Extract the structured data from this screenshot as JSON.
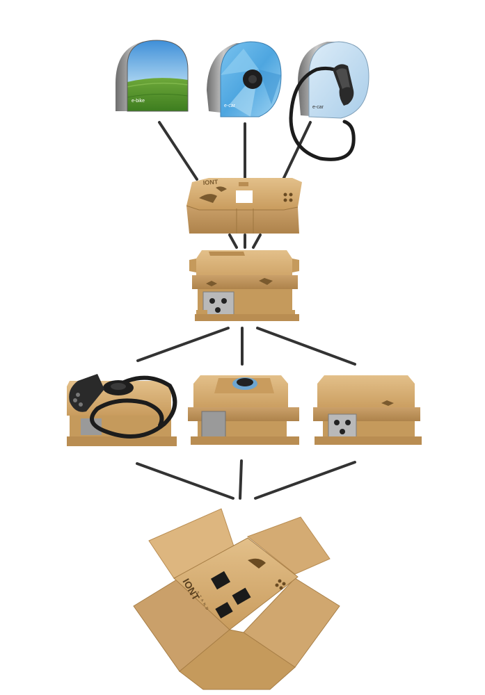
{
  "products": {
    "bike": {
      "label": "e-bike",
      "sky_color": "#6fb4e8",
      "field_color": "#4f9a2a"
    },
    "car": {
      "label": "e-car",
      "panel_color": "#5fb2e6"
    },
    "car_cable": {
      "label": "e-car",
      "panel_color": "#bcd9ef"
    }
  },
  "packaging": {
    "lid_brand": "IONT",
    "inner_lid_brand": "IONT",
    "inner_lid_sub": "S T A N D",
    "cardboard_color": "#d9b27a",
    "cardboard_edge_color": "#b98d52"
  },
  "colors": {
    "connector_line": "#333333",
    "stainless": "#9a9a9a",
    "dark_plastic": "#2a2a2a"
  }
}
